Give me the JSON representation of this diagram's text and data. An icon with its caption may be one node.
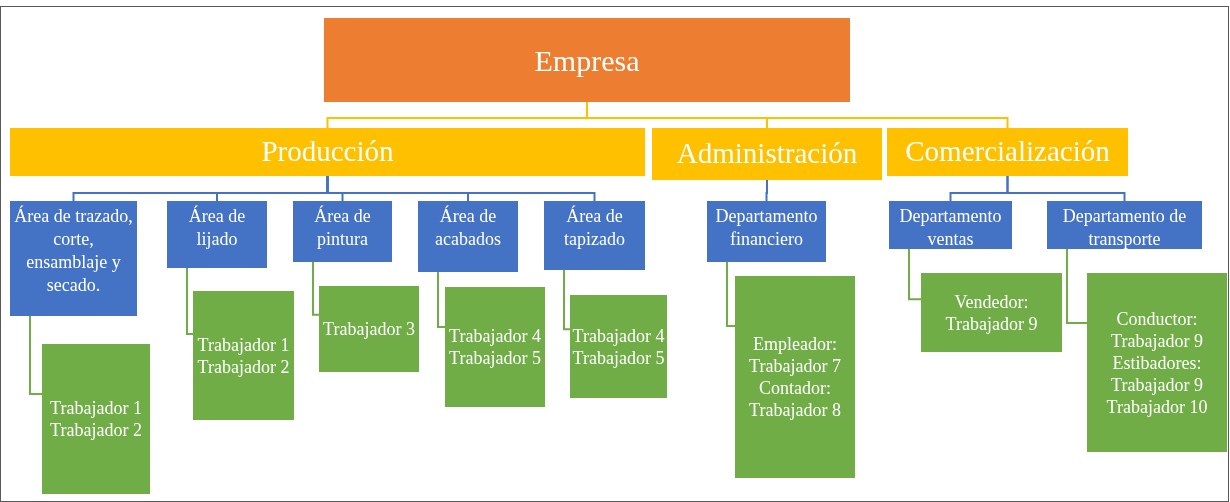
{
  "diagram": {
    "nodes": [
      {
        "text": [
          "Empresa"
        ]
      },
      {
        "text": [
          "Producción"
        ]
      },
      {
        "text": [
          "Administración"
        ]
      },
      {
        "text": [
          "Comercialización"
        ]
      },
      {
        "text": [
          "Área de trazado, corte, ensamblaje y secado."
        ]
      },
      {
        "text": [
          "Área de lijado"
        ]
      },
      {
        "text": [
          "Área de pintura"
        ]
      },
      {
        "text": [
          "Área de acabados"
        ]
      },
      {
        "text": [
          "Área de tapizado"
        ]
      },
      {
        "text": [
          "Departamento financiero"
        ]
      },
      {
        "text": [
          "Departamento ventas"
        ]
      },
      {
        "text": [
          "Departamento de transporte"
        ]
      },
      {
        "text": [
          "Trabajador 1",
          "Trabajador 2"
        ]
      },
      {
        "text": [
          "Trabajador 1",
          "Trabajador 2"
        ]
      },
      {
        "text": [
          "Trabajador 3"
        ]
      },
      {
        "text": [
          "Trabajador 4",
          "Trabajador 5"
        ]
      },
      {
        "text": [
          "Trabajador 4",
          "Trabajador 5"
        ]
      },
      {
        "text": [
          "Empleador:",
          "Trabajador 7",
          "Contador:",
          "Trabajador 8"
        ]
      },
      {
        "text": [
          "Vendedor:",
          "Trabajador 9"
        ]
      },
      {
        "text": [
          "Conductor:",
          "Trabajador 9",
          "Estibadores:",
          "Trabajador 9",
          "Trabajador 10"
        ]
      }
    ],
    "edges": [
      {
        "from": 0,
        "to": 1,
        "arrow": "none",
        "color": "#ffc000"
      },
      {
        "from": 0,
        "to": 2,
        "arrow": "none",
        "color": "#ffc000"
      },
      {
        "from": 0,
        "to": 3,
        "arrow": "none",
        "color": "#ffc000"
      },
      {
        "from": 1,
        "to": 4,
        "arrow": "none"
      },
      {
        "from": 1,
        "to": 5,
        "arrow": "none"
      },
      {
        "from": 1,
        "to": 6,
        "arrow": "none"
      },
      {
        "from": 1,
        "to": 7,
        "arrow": "none"
      },
      {
        "from": 1,
        "to": 8,
        "arrow": "none"
      },
      {
        "from": 2,
        "to": 9,
        "arrow": "none"
      },
      {
        "from": 3,
        "to": 10,
        "arrow": "none"
      },
      {
        "from": 3,
        "to": 11,
        "arrow": "none"
      },
      {
        "from": 4,
        "to": 12,
        "arrow": "none",
        "color": "#70ad47"
      },
      {
        "from": 5,
        "to": 13,
        "arrow": "none",
        "color": "#70ad47"
      },
      {
        "from": 6,
        "to": 14,
        "arrow": "none",
        "color": "#70ad47"
      },
      {
        "from": 7,
        "to": 15,
        "arrow": "none",
        "color": "#70ad47"
      },
      {
        "from": 8,
        "to": 16,
        "arrow": "none",
        "color": "#70ad47"
      },
      {
        "from": 9,
        "to": 17,
        "arrow": "none",
        "color": "#70ad47"
      },
      {
        "from": 10,
        "to": 18,
        "arrow": "none",
        "color": "#70ad47"
      },
      {
        "from": 11,
        "to": 19,
        "arrow": "none",
        "color": "#70ad47"
      }
    ]
  }
}
